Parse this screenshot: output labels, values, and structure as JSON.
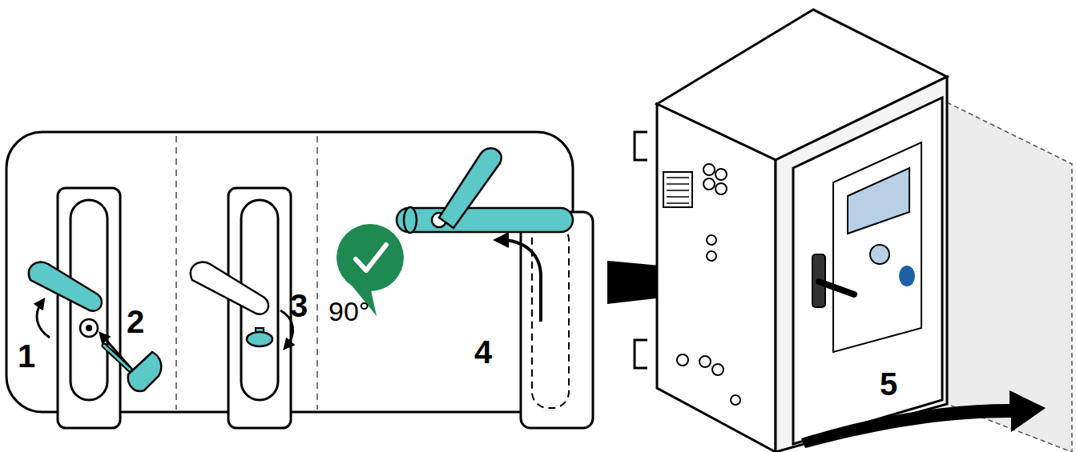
{
  "diagram": {
    "labels": [
      "1",
      "2",
      "3",
      "90°",
      "4",
      "5"
    ]
  }
}
